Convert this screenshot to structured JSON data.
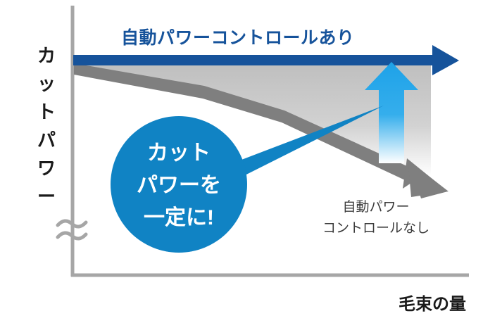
{
  "chart_data": {
    "type": "line",
    "title": "自動パワーコントロールあり",
    "xlabel": "毛束の量",
    "ylabel": "カットパワー",
    "grid": false,
    "legend_position": "inline-annotation",
    "axis_break": "≈",
    "xlim": [
      0,
      100
    ],
    "ylim": [
      0,
      100
    ],
    "series": [
      {
        "name": "自動パワーコントロールあり",
        "color": "#16539B",
        "style": "flat-arrow",
        "x": [
          0,
          100
        ],
        "values": [
          100,
          100
        ]
      },
      {
        "name": "自動パワーコントロールなし",
        "color": "#7F7F7F",
        "style": "declining-arrow",
        "x": [
          0,
          45,
          100
        ],
        "values": [
          98,
          78,
          38
        ]
      }
    ],
    "annotations": [
      {
        "name": "callout-bubble",
        "text": [
          "カット",
          "パワーを",
          "一定に!"
        ],
        "color": "#ffffff",
        "background": "#1083C4"
      },
      {
        "name": "gain-arrow",
        "direction": "up",
        "color_top": "#1EA2E8",
        "color_bottom": "#ffffff"
      },
      {
        "name": "no-control-label",
        "text": [
          "自動パワー",
          "コントロールなし"
        ],
        "color": "#3B3B3B"
      }
    ]
  },
  "chart": {
    "title": "自動パワーコントロールあり",
    "y_axis_label": "カットパワー",
    "y_axis_label_chars": [
      "カ",
      "ッ",
      "ト",
      "パ",
      "ワ",
      "ー"
    ],
    "x_axis_label": "毛束の量",
    "axis_break_symbol": "≈",
    "callout": {
      "line1": "カット",
      "line2": "パワーを",
      "line3": "一定に!"
    },
    "no_control_label": {
      "line1": "自動パワー",
      "line2": "コントロールなし"
    }
  },
  "colors": {
    "dark_blue": "#16539B",
    "bright_blue": "#1083C4",
    "arrow_blue": "#1EA2E8",
    "gray_line": "#7F7F7F",
    "axis_gray": "#A6A6A6",
    "label_gray": "#3B3B3B",
    "fill_light": "#C9C9C9",
    "white": "#FFFFFF"
  }
}
